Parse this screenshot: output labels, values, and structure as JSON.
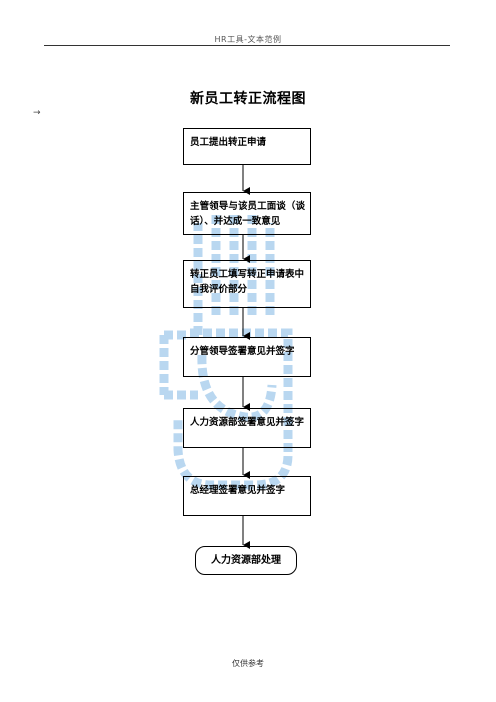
{
  "header": {
    "text": "HR工具-文本范例"
  },
  "title": "新员工转正流程图",
  "paragraph_mark": "→",
  "steps": [
    "员工提出转正申请",
    "主管领导与该员工面谈（谈话）、并达成一致意见",
    "转正员工填写转正申请表中自我评价部分",
    "分管领导签署意见并签字",
    "人力资源部签署意见并签字",
    "总经理签署意见并签字"
  ],
  "terminal": "人力资源部处理",
  "footer": {
    "text": "仅供参考"
  },
  "colors": {
    "watermark": "#b9d7f0",
    "line": "#000000"
  }
}
